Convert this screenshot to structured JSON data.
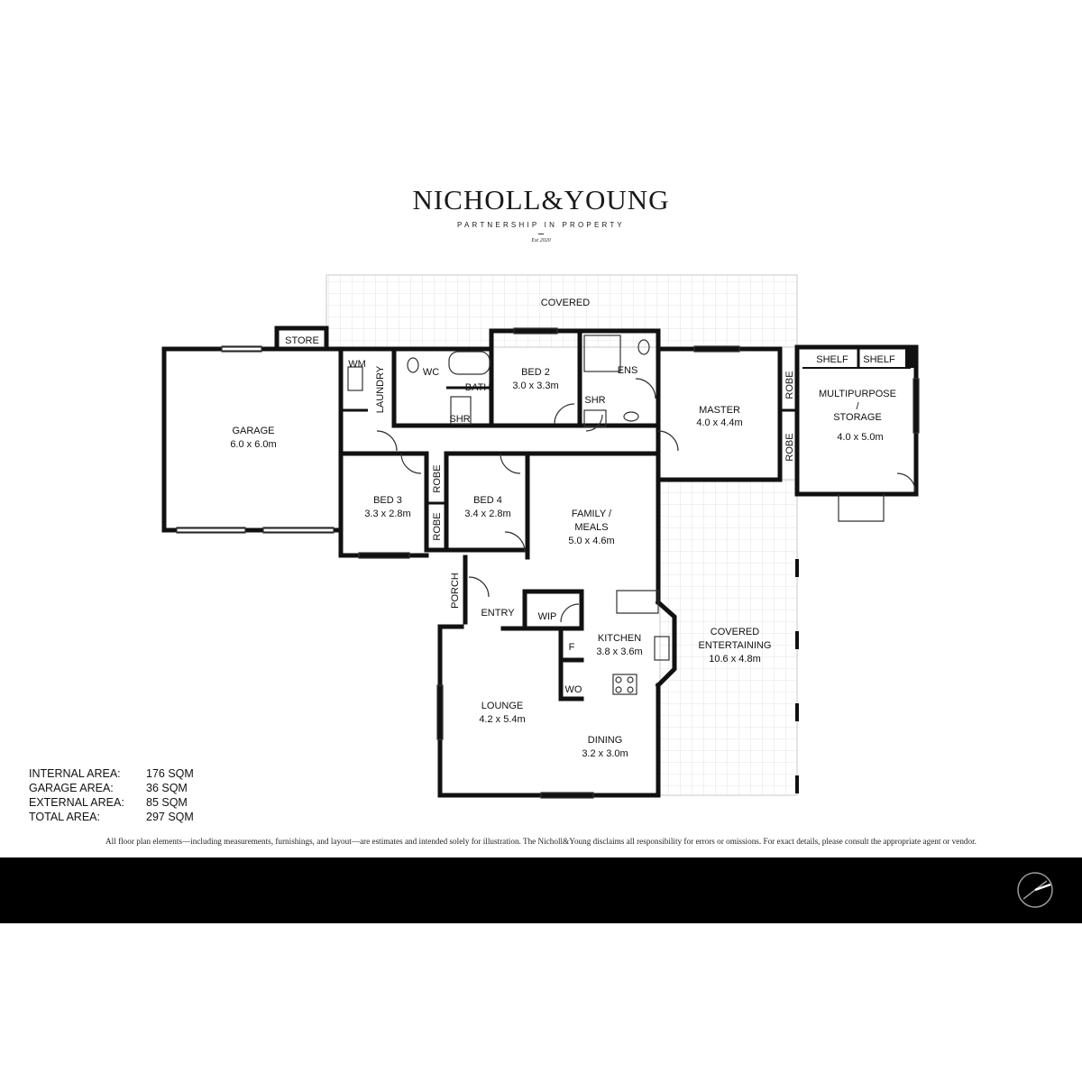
{
  "brand": {
    "name": "NICHOLL&YOUNG",
    "tagline": "PARTNERSHIP IN PROPERTY",
    "est": "Est 2020"
  },
  "rooms": {
    "covered_top": "COVERED",
    "store": "STORE",
    "wm": "WM",
    "laundry": "LAUNDRY",
    "wc": "WC",
    "bath": "BATH",
    "shr_bath": "SHR",
    "bed2": "BED 2",
    "bed2_size": "3.0 x 3.3m",
    "ens": "ENS",
    "shr_ens": "SHR",
    "master": "MASTER",
    "master_size": "4.0 x 4.4m",
    "robe_master_1": "ROBE",
    "robe_master_2": "ROBE",
    "shelf1": "SHELF",
    "shelf2": "SHELF",
    "multipurpose_1": "MULTIPURPOSE",
    "multipurpose_2": "/",
    "multipurpose_3": "STORAGE",
    "multipurpose_size": "4.0 x 5.0m",
    "garage": "GARAGE",
    "garage_size": "6.0 x 6.0m",
    "bed3": "BED 3",
    "bed3_size": "3.3 x 2.8m",
    "robe_bed_1": "ROBE",
    "robe_bed_2": "ROBE",
    "bed4": "BED 4",
    "bed4_size": "3.4 x 2.8m",
    "family_1": "FAMILY /",
    "family_2": "MEALS",
    "family_size": "5.0 x 4.6m",
    "porch": "PORCH",
    "entry": "ENTRY",
    "wip": "WIP",
    "fridge": "F",
    "wo": "WO",
    "kitchen": "KITCHEN",
    "kitchen_size": "3.8 x 3.6m",
    "covered_ent_1": "COVERED",
    "covered_ent_2": "ENTERTAINING",
    "covered_ent_size": "10.6 x 4.8m",
    "lounge": "LOUNGE",
    "lounge_size": "4.2 x 5.4m",
    "dining": "DINING",
    "dining_size": "3.2 x 3.0m"
  },
  "areas": [
    {
      "label": "INTERNAL AREA:",
      "value": "176 SQM"
    },
    {
      "label": "GARAGE AREA:",
      "value": "36 SQM"
    },
    {
      "label": "EXTERNAL AREA:",
      "value": "85 SQM"
    },
    {
      "label": "TOTAL AREA:",
      "value": "297 SQM"
    }
  ],
  "disclaimer": "All floor plan elements—including measurements, furnishings, and layout—are estimates and intended solely for illustration. The Nicholl&Young disclaims all responsibility for errors or omissions. For exact details, please consult the appropriate agent or vendor.",
  "colors": {
    "wall": "#111111",
    "grid": "#dcdcdc",
    "footer": "#000000"
  }
}
